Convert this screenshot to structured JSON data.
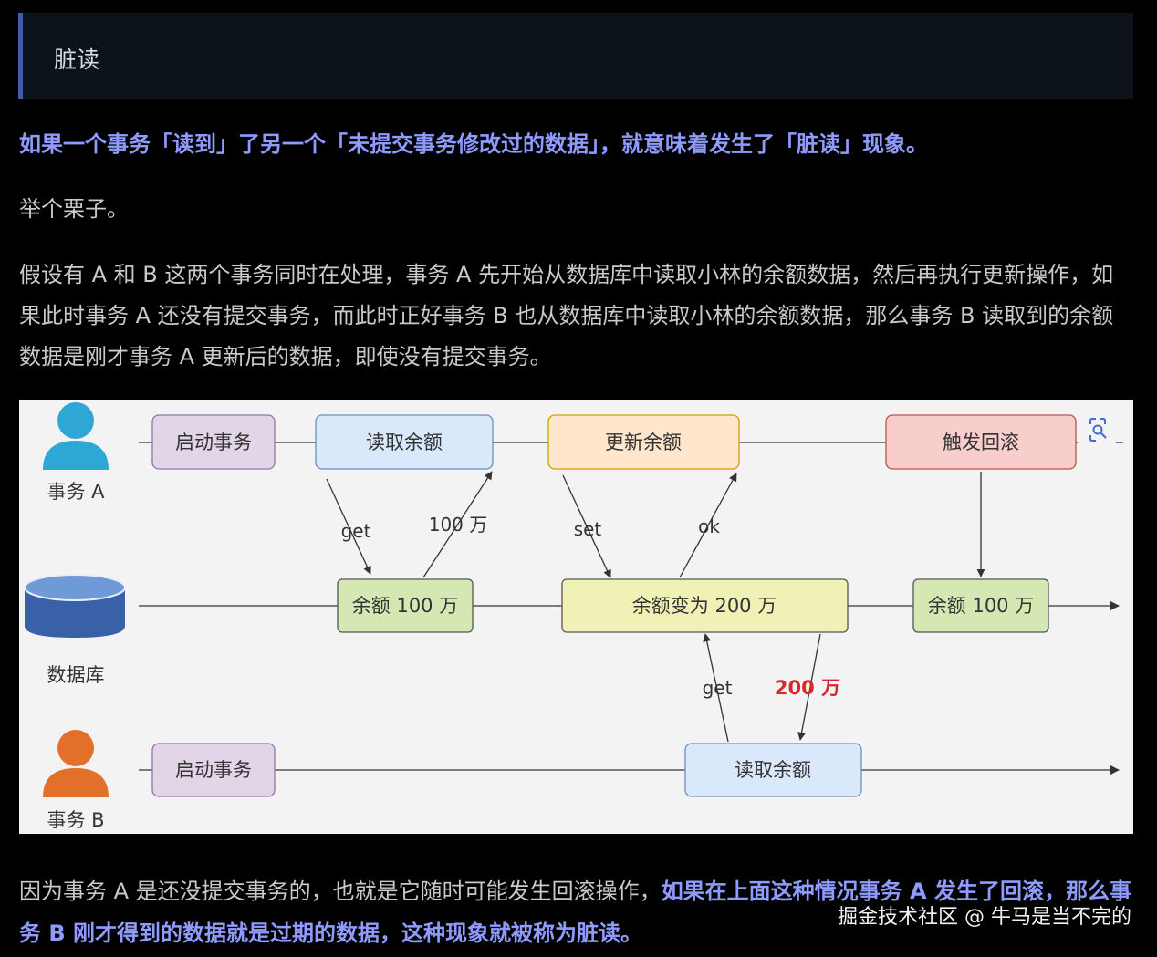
{
  "quote": {
    "title": "脏读"
  },
  "lead": "如果一个事务「读到」了另一个「未提交事务修改过的数据」，就意味着发生了「脏读」现象。",
  "example": "举个栗子。",
  "paragraph": "假设有 A 和 B 这两个事务同时在处理，事务 A 先开始从数据库中读取小林的余额数据，然后再执行更新操作，如果此时事务 A 还没有提交事务，而此时正好事务 B 也从数据库中读取小林的余额数据，那么事务 B 读取到的余额数据是刚才事务 A 更新后的数据，即使没有提交事务。",
  "diagram": {
    "actors": {
      "a": "事务 A",
      "db": "数据库",
      "b": "事务 B"
    },
    "lane_a": {
      "start": "启动事务",
      "read": "读取余额",
      "update": "更新余额",
      "rollback": "触发回滚"
    },
    "lane_db": {
      "v1": "余额 100 万",
      "v2": "余额变为 200 万",
      "v3": "余额 100 万"
    },
    "lane_b": {
      "start": "启动事务",
      "read": "读取余额"
    },
    "edges": {
      "get1": "get",
      "val1": "100 万",
      "set": "set",
      "ok": "ok",
      "get2": "get",
      "val2": "200 万"
    },
    "colors": {
      "person_a": "#2fa7d4",
      "person_b": "#e3702a",
      "database": "#3a60a8",
      "purple_box": "#e1d5e7",
      "blue_box": "#dae8fc",
      "orange_box": "#ffe6cc",
      "red_box": "#f8cecc",
      "green_box": "#d5e8b4",
      "yellow_box": "#f0f2b5",
      "highlight_text": "#d9272e"
    },
    "scan_icon": "scan-lens-icon"
  },
  "conclusion": {
    "plain": "因为事务 A 是还没提交事务的，也就是它随时可能发生回滚操作，",
    "emphasis": "如果在上面这种情况事务 A 发生了回滚，那么事务 B 刚才得到的数据就是过期的数据，这种现象就被称为脏读。"
  },
  "watermark": "掘金技术社区 @ 牛马是当不完的"
}
